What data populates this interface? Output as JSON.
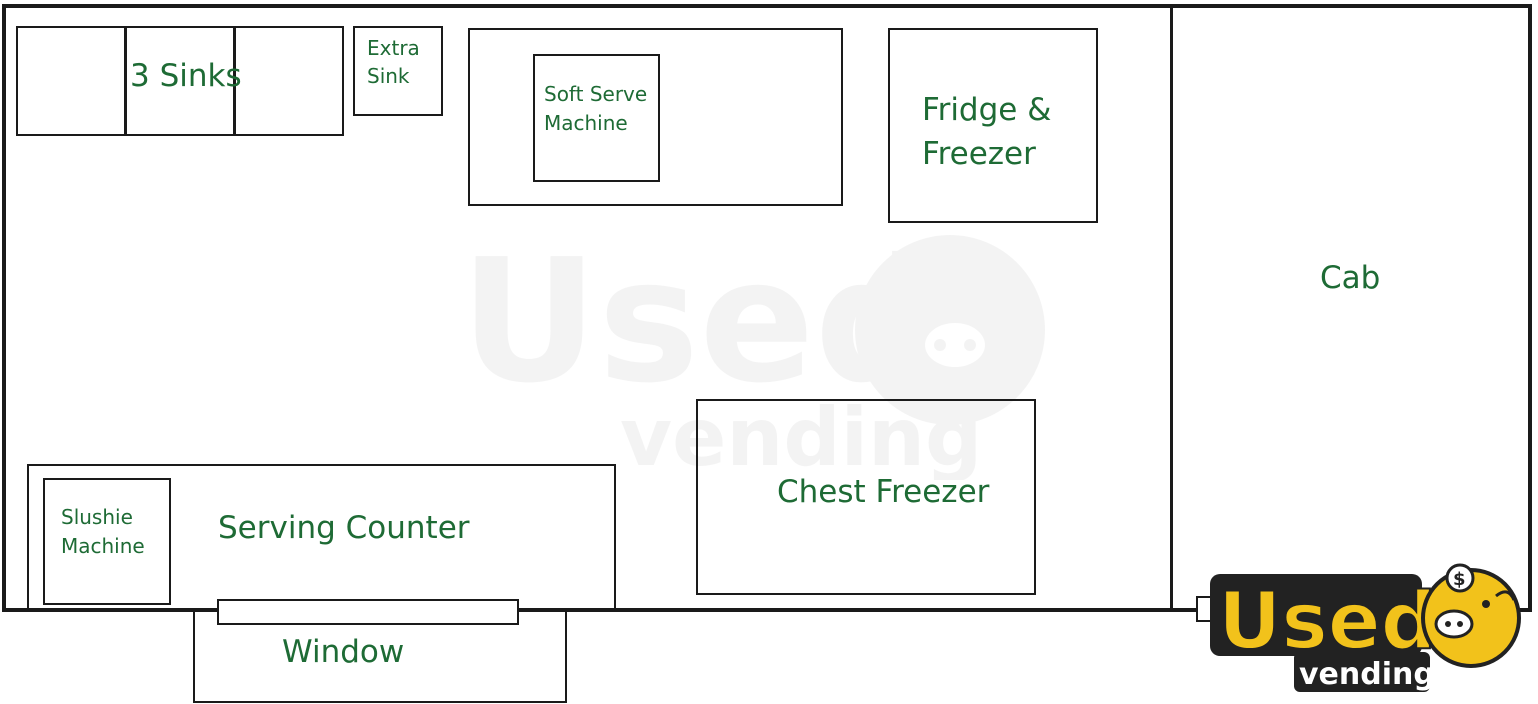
{
  "title": "Food truck floor plan",
  "labels": {
    "three_sinks": "3 Sinks",
    "extra_sink": "Extra\nSink",
    "soft_serve": "Soft Serve\nMachine",
    "fridge_freezer": "Fridge &\nFreezer",
    "cab": "Cab",
    "chest_freezer": "Chest Freezer",
    "serving_counter": "Serving Counter",
    "slushie": "Slushie\nMachine",
    "window": "Window"
  },
  "logo": {
    "brand_top": "Used",
    "brand_bottom": "vending",
    "coin_symbol": "$"
  },
  "colors": {
    "label_green": "#1e6b35",
    "outline": "#1a1a1a",
    "logo_yellow": "#f2c21b",
    "logo_dark": "#222222",
    "watermark_gray": "#888888"
  },
  "icons": [
    "pig-mascot-icon",
    "dollar-coin-icon"
  ]
}
